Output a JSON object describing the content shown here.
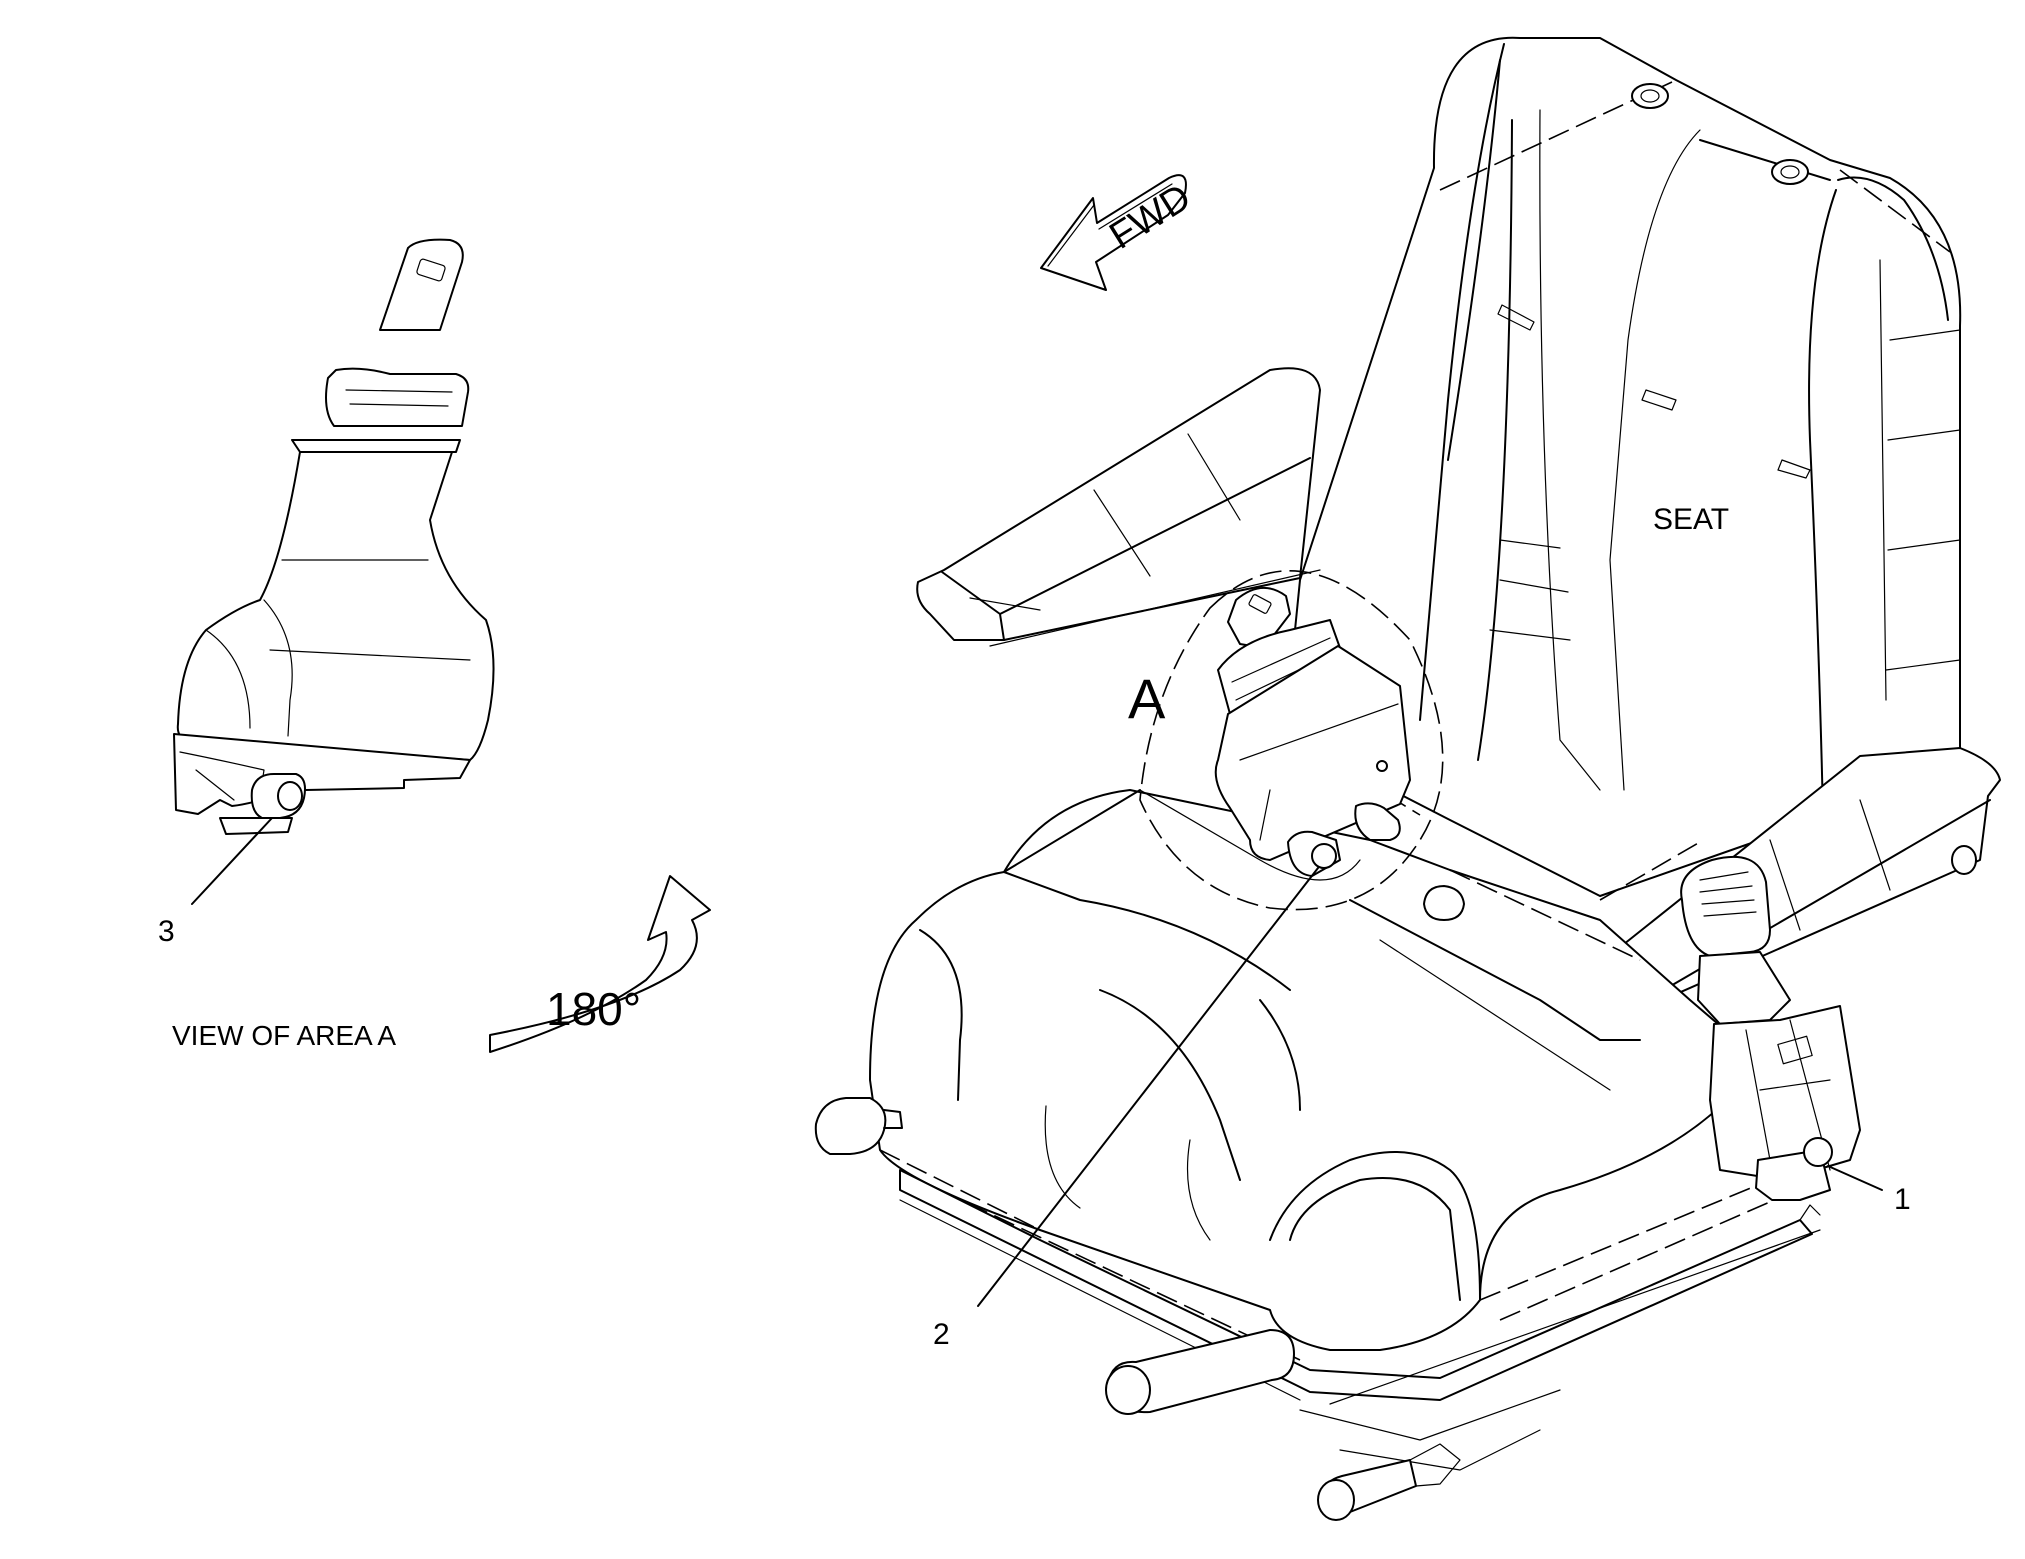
{
  "labels": {
    "seat": "SEAT",
    "fwd": "FWD",
    "area": "A",
    "view_of_area": "VIEW OF AREA A",
    "rotation": "180°",
    "callout_1": "1",
    "callout_2": "2",
    "callout_3": "3"
  }
}
